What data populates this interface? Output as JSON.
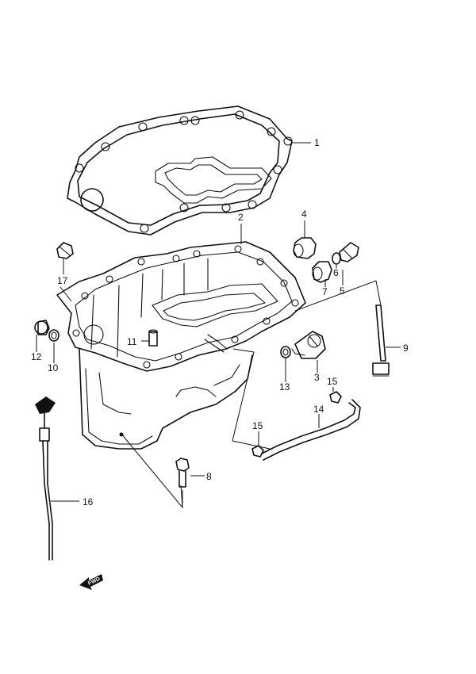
{
  "diagram": {
    "callouts": [
      {
        "id": "c1",
        "label": "1"
      },
      {
        "id": "c2",
        "label": "2"
      },
      {
        "id": "c3",
        "label": "3"
      },
      {
        "id": "c4",
        "label": "4"
      },
      {
        "id": "c5",
        "label": "5"
      },
      {
        "id": "c6",
        "label": "6"
      },
      {
        "id": "c7",
        "label": "7"
      },
      {
        "id": "c8",
        "label": "8"
      },
      {
        "id": "c9",
        "label": "9"
      },
      {
        "id": "c10",
        "label": "10"
      },
      {
        "id": "c11",
        "label": "11"
      },
      {
        "id": "c12",
        "label": "12"
      },
      {
        "id": "c13",
        "label": "13"
      },
      {
        "id": "c14",
        "label": "14"
      },
      {
        "id": "c15a",
        "label": "15"
      },
      {
        "id": "c15b",
        "label": "15"
      },
      {
        "id": "c16",
        "label": "16"
      },
      {
        "id": "c17",
        "label": "17"
      }
    ],
    "fwd_marker": "FWD"
  }
}
